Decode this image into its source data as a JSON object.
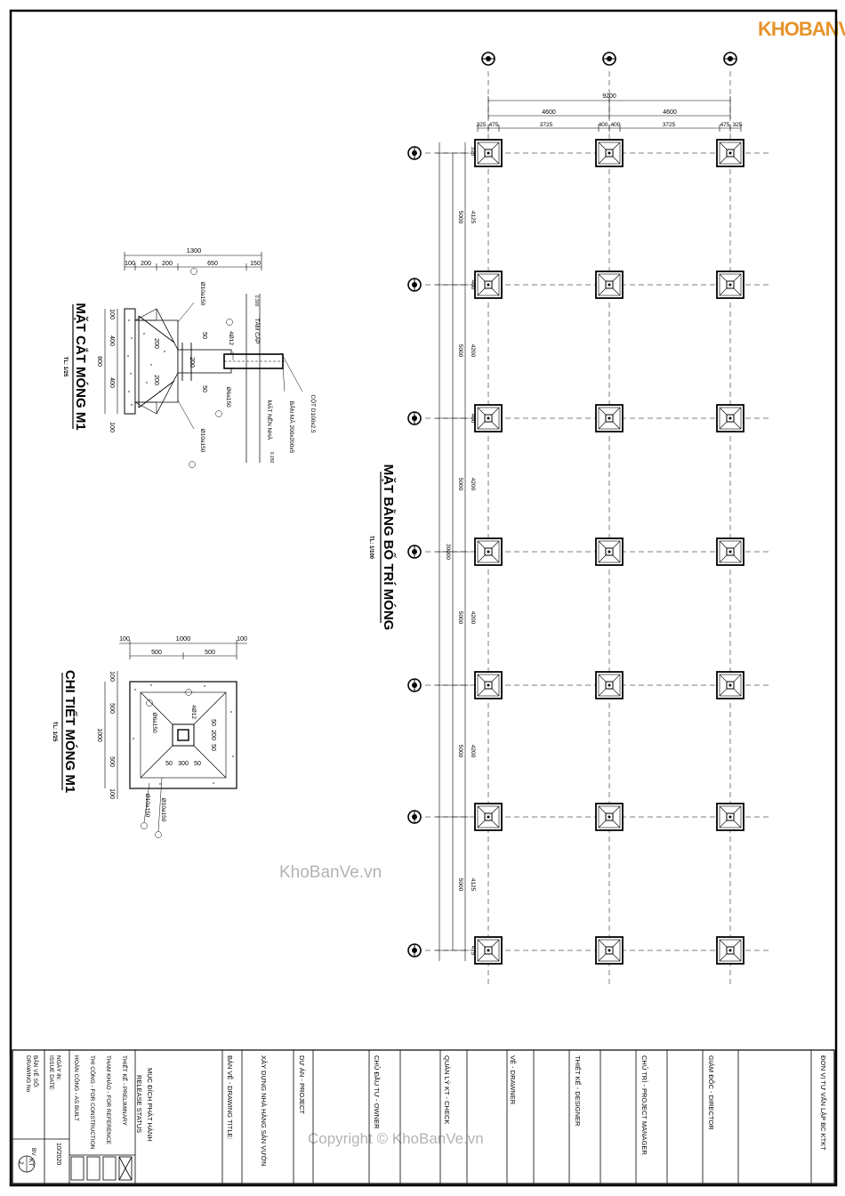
{
  "logo": "KHOBANVE",
  "watermark": "KhoBanVe.vn",
  "copyright": "Copyright © KhoBanVe.vn",
  "plan": {
    "title": "MẶT BẰNG BỐ TRÍ MÓNG",
    "scale": "TL: 1/100",
    "dim_total_x": "9200",
    "dim_half_x": [
      "4600",
      "4600"
    ],
    "dim_sub_x": [
      "325",
      "475",
      "3725",
      "400",
      "400",
      "3725",
      "475",
      "325"
    ],
    "dim_total_y": "30000",
    "dim_spans_y": [
      "5000",
      "5000",
      "5000",
      "5000",
      "5000",
      "5000"
    ],
    "dim_inner_y": [
      "4125",
      "4200",
      "4200",
      "4200",
      "4200",
      "4125"
    ],
    "dim_edge_y": [
      "325",
      "475",
      "400",
      "400",
      "475",
      "325"
    ]
  },
  "section": {
    "title": "MẶT CẮT MÓNG M1",
    "scale": "TL: 1/25",
    "dim_top": [
      "100",
      "200",
      "200",
      "650",
      "150"
    ],
    "dim_total": "1300",
    "dim_side": [
      "100",
      "400",
      "800",
      "400",
      "100"
    ],
    "dim_inner": [
      "200",
      "200",
      "200",
      "50",
      "50"
    ],
    "labels": {
      "rebar1": "Ø10a150",
      "rebar2": "Ø10a150",
      "rebar3": "4Ø12",
      "rebar4": "Ø6a150",
      "tam_cap": "TẤM CẤP",
      "col": "CỘT D100x2.5",
      "plate": "BẢN MÃ 200x200x5",
      "floor": "MẶT NỀN NHÀ",
      "lvl1": "0.300",
      "lvl2": "0.150"
    }
  },
  "detail": {
    "title": "CHI TIẾT MÓNG M1",
    "scale": "TL: 1/25",
    "dim_top": [
      "100",
      "1000",
      "100"
    ],
    "dim_half": [
      "500",
      "500"
    ],
    "dim_side": [
      "100",
      "500",
      "1000",
      "500",
      "100"
    ],
    "inner": [
      "50",
      "300",
      "50",
      "50",
      "200",
      "50"
    ],
    "labels": {
      "r3": "4Ø12",
      "r4": "Ø6a150",
      "r1": "Ø10a150",
      "r2": "Ø10a150"
    }
  },
  "title_block": {
    "company": "ĐƠN VỊ TƯ VẤN LẬP BC KTKT",
    "director": "GIÁM ĐỐC - DIRECTOR",
    "pm": "CHỦ TRÌ - PROJECT MANAGER",
    "designer": "THIẾT KẾ - DESIGNER",
    "drawner": "VẼ - DRAWNER",
    "check": "QUẢN LÝ KT - CHECK",
    "owner": "CHỦ ĐẦU TƯ - OWNER",
    "project_label": "DỰ ÁN - PROJECT",
    "project": "XÂY DỰNG NHÀ HÀNG SÂN VƯỜN",
    "drawing_title": "BẢN VẼ - DRAWING TITLE:",
    "release1": "MỤC ĐÍCH PHÁT HÀNH",
    "release2": "RELEASE STATUS",
    "st1": "THIẾT KẾ - PRELIMINARY",
    "st2": "THAM KHẢO - FOR REFERENCE",
    "st3": "THI CÔNG - FOR CONSTRUCTION",
    "st4": "HOÀN CÔNG - AS BUILT",
    "date_label1": "NGÀY IN:",
    "date_label2": "ISSUE DATE:",
    "date": "10/2020",
    "dwg_label1": "BẢN VẼ SỐ:",
    "dwg_label2": "DRAWING No",
    "dwg_no": "BV",
    "dwg_code1": "KT",
    "dwg_code2": "2"
  }
}
